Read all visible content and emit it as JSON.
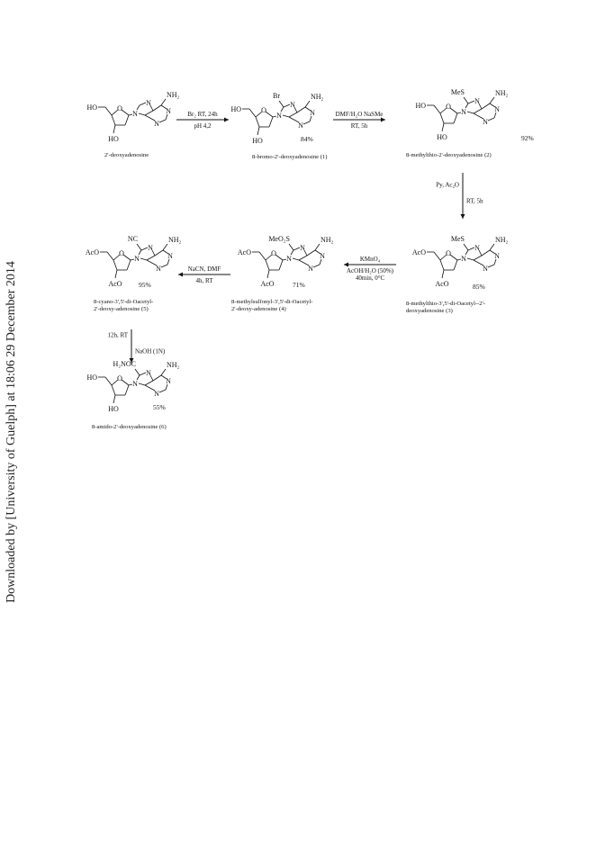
{
  "download_notice": "Downloaded by [University of Guelph] at 18:06 29 December 2014",
  "compounds": [
    {
      "id": "c0",
      "name": "2'-deoxyadenosine",
      "substituent": "",
      "sugar_oh": [
        "HO",
        "HO"
      ],
      "amine": "NH₂",
      "yield": ""
    },
    {
      "id": "c1",
      "name": "8-bromo-2'-deoxyadenosine (1)",
      "substituent": "Br",
      "sugar_oh": [
        "HO",
        "HO"
      ],
      "amine": "NH₂",
      "yield": "84%"
    },
    {
      "id": "c2",
      "name": "8-methylthio-2'-deoxyadenosine (2)",
      "substituent": "MeS",
      "sugar_oh": [
        "HO",
        "HO"
      ],
      "amine": "NH₂",
      "yield": "92%"
    },
    {
      "id": "c3",
      "name_lines": [
        "8-methylthio-3',5'-di-Oacetyl--2'-",
        "deoxyadenosine (3)"
      ],
      "substituent": "MeS",
      "sugar_oh": [
        "AcO",
        "AcO"
      ],
      "amine": "NH₂",
      "yield": "85%"
    },
    {
      "id": "c4",
      "name_lines": [
        "8-methylsulfonyl-3',5'-di-Oacetyl-",
        "2'-deoxy-adenosine (4)"
      ],
      "substituent": "MeO₂S",
      "sugar_oh": [
        "AcO",
        "AcO"
      ],
      "amine": "NH₂",
      "yield": "71%"
    },
    {
      "id": "c5",
      "name_lines": [
        "8-cyano-3',5'-di-Oacetyl-",
        "2'-deoxy-adenosine (5)"
      ],
      "substituent": "NC",
      "sugar_oh": [
        "AcO",
        "AcO"
      ],
      "amine": "NH₂",
      "yield": "95%"
    },
    {
      "id": "c6",
      "name": "8-amido-2'-deoxyadenosine (6)",
      "substituent": "H₂NOC",
      "sugar_oh": [
        "HO",
        "HO"
      ],
      "amine": "NH₂",
      "yield": "55%"
    }
  ],
  "reactions": [
    {
      "id": "r1",
      "above": "Br₂ RT, 24h",
      "below": "pH 4,2"
    },
    {
      "id": "r2",
      "above": "DMF/H₂O NaSMe",
      "below": "RT, 5h"
    },
    {
      "id": "r3",
      "left": "Py, Ac₂O",
      "right": "RT, 5h"
    },
    {
      "id": "r4",
      "above": "KMnO₄",
      "below_lines": [
        "AcOH/H₂O (50%)",
        "40min, 0°C"
      ]
    },
    {
      "id": "r5",
      "above": "NaCN, DMF",
      "below": "4h, RT"
    },
    {
      "id": "r6",
      "left": "12h, RT",
      "right": "NaOH (1N)"
    }
  ],
  "atom_labels": {
    "N": "N",
    "O": "O"
  }
}
